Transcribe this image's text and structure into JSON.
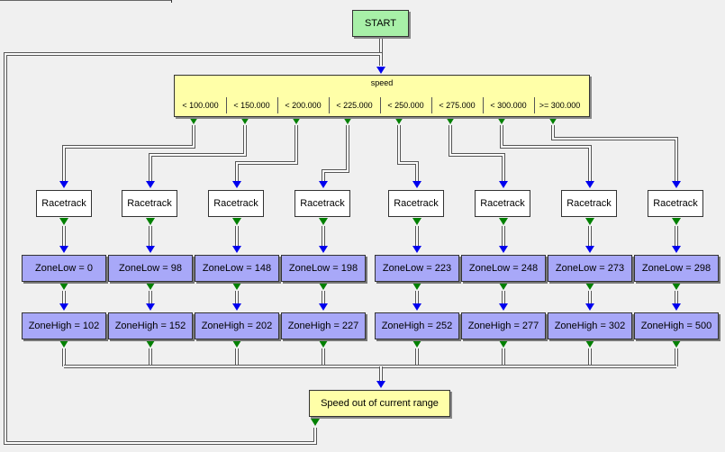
{
  "start_label": "START",
  "selector": {
    "title": "speed",
    "cases": [
      "< 100.000",
      "< 150.000",
      "< 200.000",
      "< 225.000",
      "< 250.000",
      "< 275.000",
      "< 300.000",
      ">= 300.000"
    ]
  },
  "branches": [
    {
      "action": "Racetrack",
      "zone_low": "ZoneLow = 0",
      "zone_high": "ZoneHigh = 102"
    },
    {
      "action": "Racetrack",
      "zone_low": "ZoneLow = 98",
      "zone_high": "ZoneHigh = 152"
    },
    {
      "action": "Racetrack",
      "zone_low": "ZoneLow = 148",
      "zone_high": "ZoneHigh = 202"
    },
    {
      "action": "Racetrack",
      "zone_low": "ZoneLow = 198",
      "zone_high": "ZoneHigh = 227"
    },
    {
      "action": "Racetrack",
      "zone_low": "ZoneLow = 223",
      "zone_high": "ZoneHigh = 252"
    },
    {
      "action": "Racetrack",
      "zone_low": "ZoneLow = 248",
      "zone_high": "ZoneHigh = 277"
    },
    {
      "action": "Racetrack",
      "zone_low": "ZoneLow = 273",
      "zone_high": "ZoneHigh = 302"
    },
    {
      "action": "Racetrack",
      "zone_low": "ZoneLow = 298",
      "zone_high": "ZoneHigh = 500"
    }
  ],
  "out_of_range_label": "Speed out of current range",
  "colors": {
    "start_fill": "#a8f0a8",
    "selector_fill": "#ffffa8",
    "action_fill": "#ffffff",
    "assign_fill": "#a8a8f8",
    "arrow_case": "#008000",
    "arrow_entry": "#0000ee"
  }
}
